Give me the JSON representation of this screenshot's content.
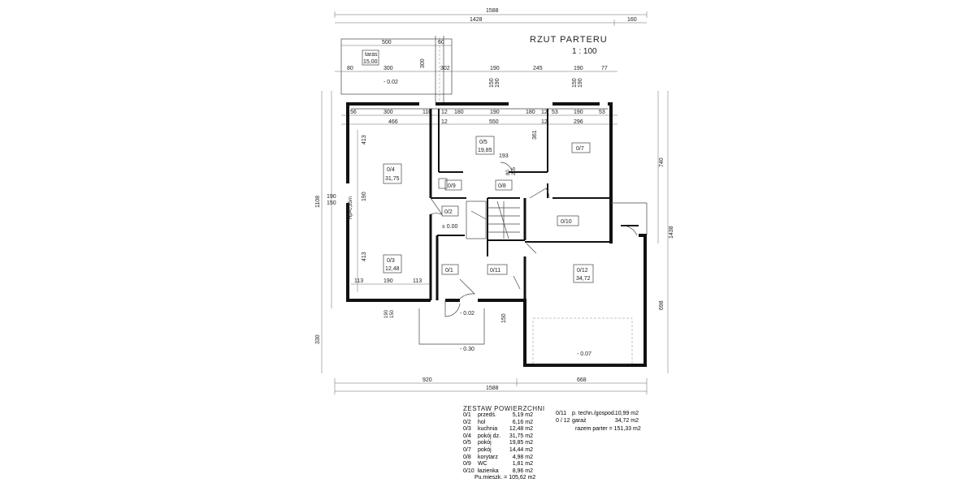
{
  "title": "RZUT  PARTERU",
  "scale": "1 : 100",
  "terrace": {
    "label": "taras",
    "area": "15,00"
  },
  "top_dims": {
    "total": "1588",
    "a": "1428",
    "b": "160",
    "c": "500",
    "d": "60",
    "r1": [
      "80",
      "300",
      "302",
      "190",
      "245",
      "190",
      "77"
    ],
    "r2": [
      "56",
      "300",
      "110",
      "12",
      "180",
      "190",
      "180",
      "12",
      "53",
      "190",
      "53"
    ],
    "r3": [
      "466",
      "12",
      "550",
      "12",
      "296"
    ],
    "vert_300": "300",
    "win": [
      "150",
      "190",
      "150",
      "190"
    ]
  },
  "bottom_dims": {
    "a": "920",
    "b": "668",
    "total": "1588"
  },
  "left_dims": {
    "total": "1108",
    "lower": "330",
    "w1": "190",
    "w2": "150",
    "r1": "413",
    "r2": "190",
    "r3": "413"
  },
  "right_dims": {
    "a": "740",
    "b": "1438",
    "c": "698"
  },
  "interior_dims": {
    "d361": "361",
    "d193": "193",
    "d80": "80",
    "d205": "205",
    "d113a": "113",
    "d190": "190",
    "d113b": "113",
    "d150a": "190",
    "d150b": "150",
    "d150c": "150",
    "hp": "Hp=0,85m"
  },
  "levels": {
    "l1": "- 0.02",
    "l2": "± 0.00",
    "l3": "- 0.02",
    "l4": "- 0.30",
    "l5": "- 0.07"
  },
  "rooms": [
    {
      "code": "0/4",
      "area": "31,75"
    },
    {
      "code": "0/5",
      "area": "19,85"
    },
    {
      "code": "0/7",
      "area": ""
    },
    {
      "code": "0/9",
      "area": ""
    },
    {
      "code": "0/8",
      "area": ""
    },
    {
      "code": "0/2",
      "area": ""
    },
    {
      "code": "0/10",
      "area": ""
    },
    {
      "code": "0/3",
      "area": "12,48"
    },
    {
      "code": "0/1",
      "area": ""
    },
    {
      "code": "0/11",
      "area": ""
    },
    {
      "code": "0/12",
      "area": "34,72"
    }
  ],
  "summary": {
    "heading": "ZESTAW  POWIERZCHNI",
    "rows": [
      {
        "code": "0/1",
        "name": "przedś.",
        "value": "5,19 m2"
      },
      {
        "code": "0/2",
        "name": "hol",
        "value": "6,16 m2"
      },
      {
        "code": "0/3",
        "name": "kuchnia",
        "value": "12,48 m2"
      },
      {
        "code": "0/4",
        "name": "pokój dz.",
        "value": "31,75 m2"
      },
      {
        "code": "0/5",
        "name": "pokój",
        "value": "19,85 m2"
      },
      {
        "code": "0/7",
        "name": "pokój",
        "value": "14,44 m2"
      },
      {
        "code": "0/8",
        "name": "korytarz",
        "value": "4,98 m2"
      },
      {
        "code": "0/9",
        "name": "WC",
        "value": "1,81 m2"
      },
      {
        "code": "0/10",
        "name": "łazienka",
        "value": "8,96 m2"
      }
    ],
    "total": "Pu.mieszk. = 105,62 m2",
    "extra": [
      {
        "code": "0/11",
        "name": "p. techn./gospod.",
        "value": "10,99 m2"
      },
      {
        "code": "0 / 12",
        "name": "garaż",
        "value": "34,72 m2"
      }
    ],
    "grand_total": "razem parter  = 151,33 m2"
  }
}
